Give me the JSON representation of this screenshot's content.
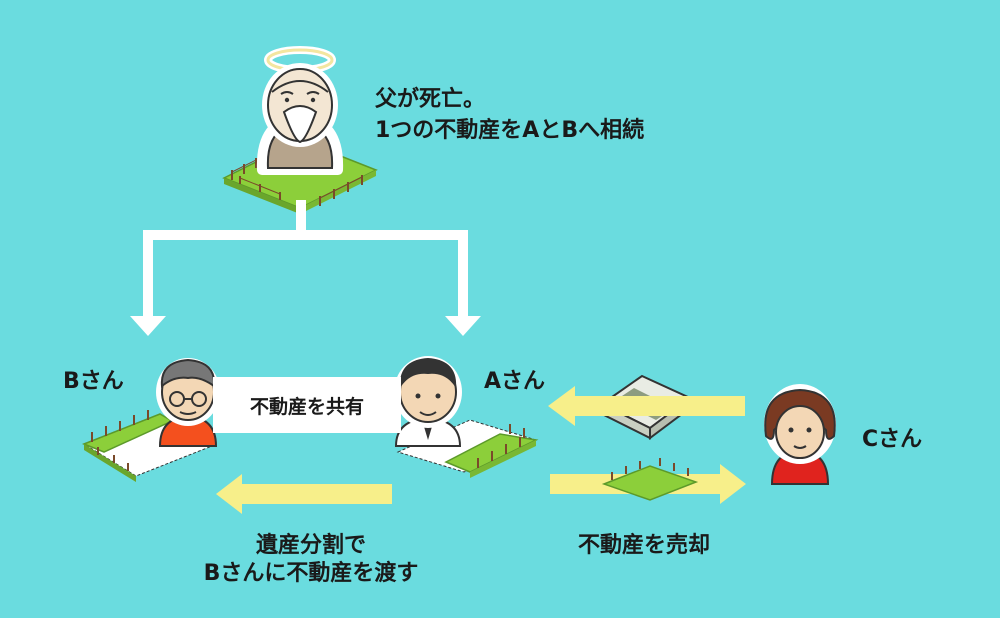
{
  "father": {
    "line1": "父が死亡。",
    "line2": "1つの不動産をAとBへ相続"
  },
  "persons": {
    "a": "Aさん",
    "b": "Bさん",
    "c": "Cさん"
  },
  "shared_label": "不動産を共有",
  "division": {
    "line1": "遺産分割で",
    "line2": "Bさんに不動産を渡す"
  },
  "sale_label": "不動産を売却",
  "colors": {
    "background": "#6adcdf",
    "land": "#8ccf3a",
    "yellow_arrow": "#f7ef8a",
    "white_arrow": "#ffffff"
  },
  "icons": [
    "angel-father-icon",
    "person-b-icon",
    "person-a-icon",
    "person-c-icon",
    "money-stack-icon",
    "land-plot-icon"
  ]
}
